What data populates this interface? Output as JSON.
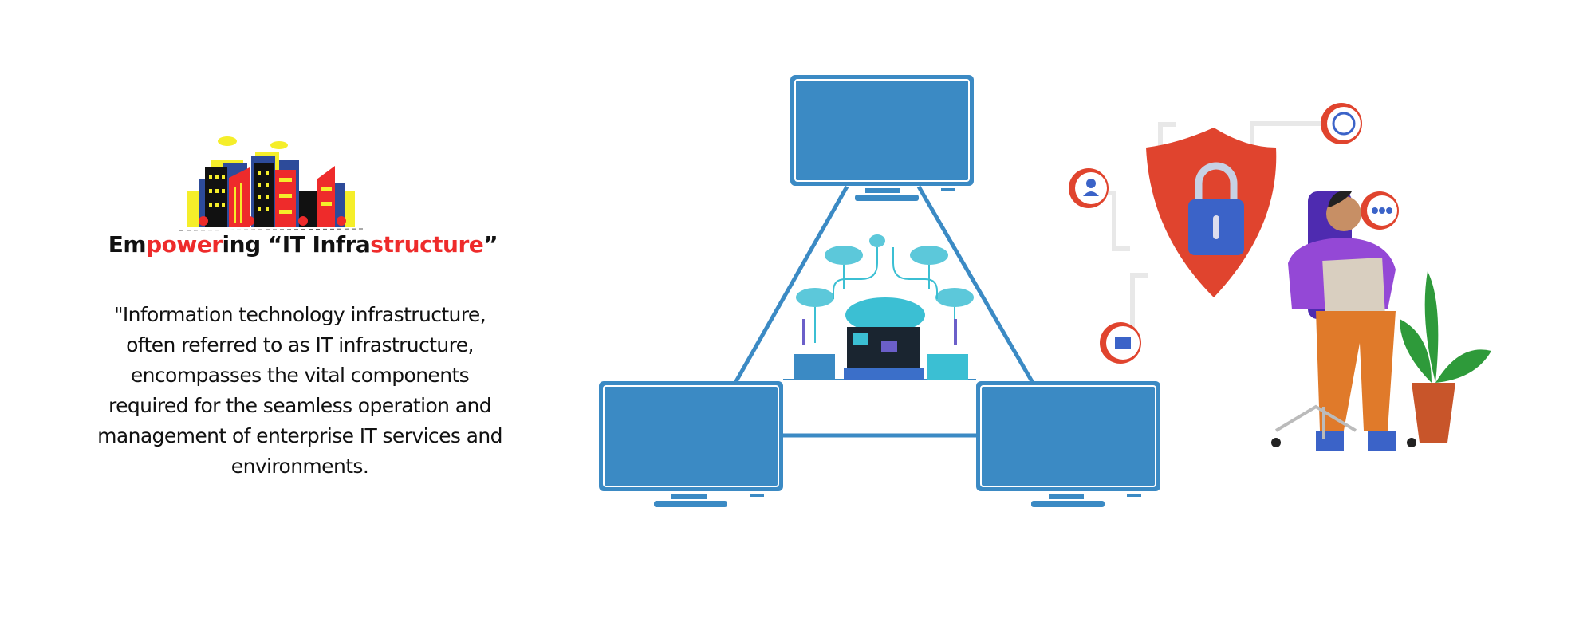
{
  "title": {
    "parts": [
      "Em",
      "power",
      "ing “IT Infra",
      "structure",
      "”"
    ]
  },
  "paragraph": {
    "lines": [
      "\"Information technology infrastructure,",
      "often referred to as IT infrastructure,",
      "encompasses the vital components",
      "required for the seamless operation and",
      "management of enterprise IT services and",
      "environments."
    ]
  },
  "colors": {
    "accent_red": "#ee2b2b",
    "monitor_blue": "#3b8ac4",
    "cloud_teal": "#3bbfd3",
    "shield_red": "#e0442e",
    "lock_blue": "#3b63c8"
  }
}
